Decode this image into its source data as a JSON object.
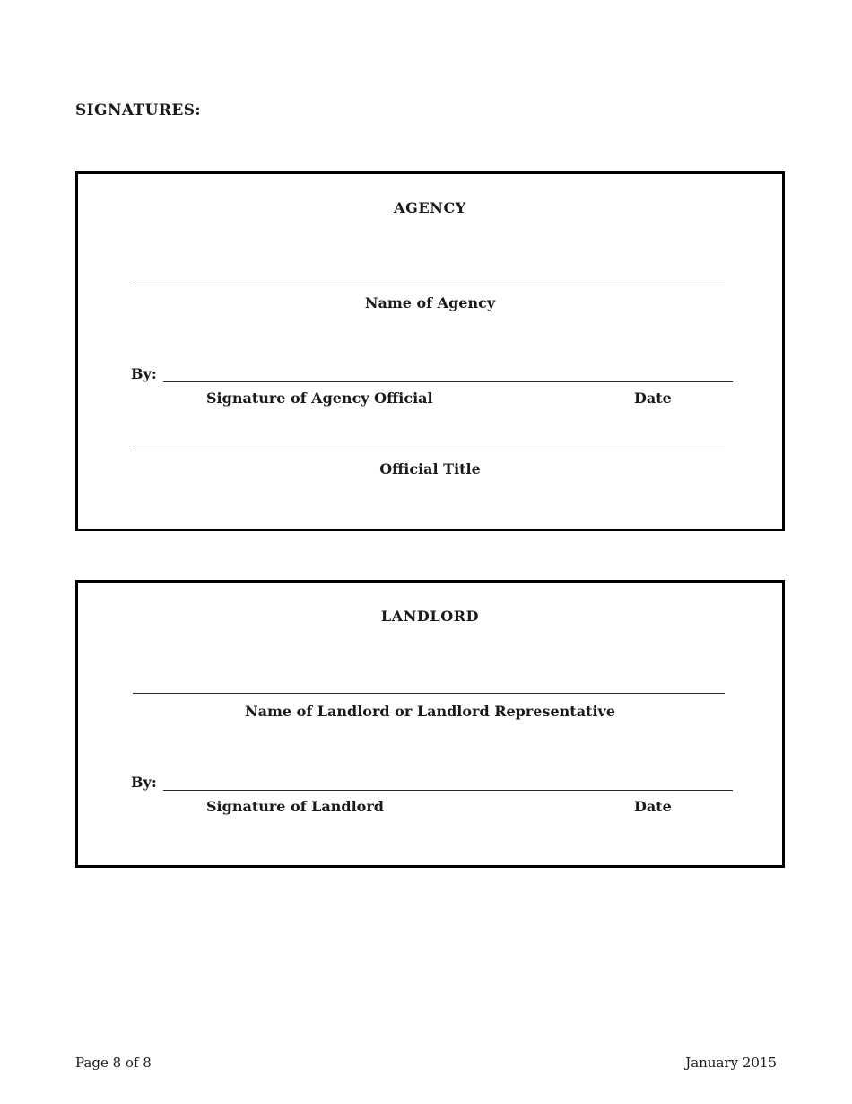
{
  "document": {
    "heading": "SIGNATURES:",
    "agency": {
      "title": "AGENCY",
      "name_label": "Name of Agency",
      "by_label": "By:",
      "signature_label": "Signature of Agency Official",
      "date_label": "Date",
      "official_title_label": "Official Title"
    },
    "landlord": {
      "title": "LANDLORD",
      "name_label": "Name of Landlord or Landlord Representative",
      "by_label": "By:",
      "signature_label": "Signature of Landlord",
      "date_label": "Date"
    },
    "footer": {
      "page_info": "Page 8 of 8",
      "revision_date": "January 2015"
    },
    "colors": {
      "text": "#1a1a1a",
      "box_border": "#000000",
      "line": "#2a2a2a",
      "background": "#ffffff"
    }
  }
}
